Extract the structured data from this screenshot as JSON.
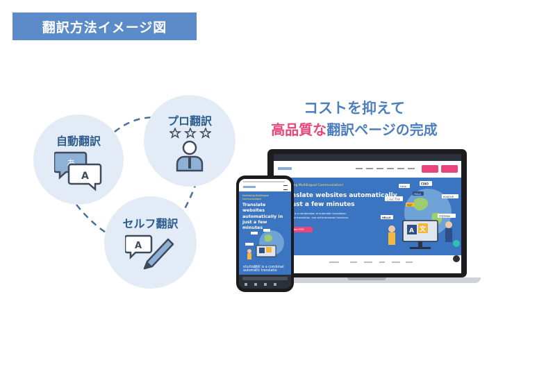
{
  "title": "翻訳方法イメージ図",
  "methods": {
    "auto": "自動翻訳",
    "pro": "プロ翻訳",
    "self": "セルフ翻訳"
  },
  "icons": {
    "auto": "chat-bubbles-icon",
    "pro": "three-stars-person-icon",
    "self": "speech-bubble-pencil-icon"
  },
  "bubble_letters": {
    "a_jp": "あ",
    "a_latin": "A",
    "self_a": "A"
  },
  "headline": {
    "line1": "コストを抑えて",
    "line2_highlight": "高品質な",
    "line2_rest": "翻訳ページの完成"
  },
  "laptop": {
    "hero_tagline": "Facilitating Multilingual Communication!",
    "hero_title_1": "Translate websites automatically",
    "hero_title_2": "in just a few minutes",
    "hero_desc_1": "shutto翻訳 is a combination of automatic translation,",
    "hero_desc_2": "professional translation, and self-translation functions.",
    "cta": "Get started FREE",
    "greetings": [
      "Hello",
      "CIAO",
      "HOLA",
      "こんにちは",
      "你好",
      "BONJOUR",
      "안녕하세요",
      "HELLO"
    ],
    "translate_glyphs": [
      "A",
      "文"
    ]
  },
  "phone": {
    "tagline": "Facilitating Multilingual Communication!",
    "title": "Translate websites automatically in just a few minutes",
    "desc_1": "shutto翻訳 is a combinat",
    "desc_2": "automatic translatio"
  },
  "colors": {
    "title_bg": "#5c8bc9",
    "circle_bg": "#e3ecf6",
    "label": "#2c5c8e",
    "headline_blue": "#4d7fbf",
    "headline_pink": "#e9457a",
    "hero_blue": "#3b74c0"
  }
}
